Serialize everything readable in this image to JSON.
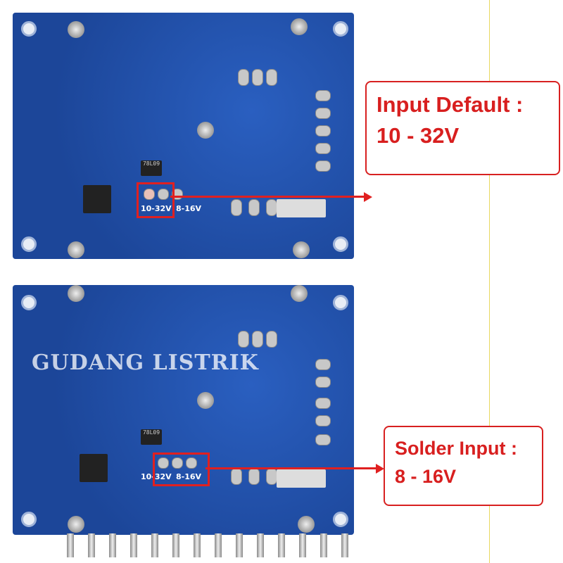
{
  "board_top": {
    "regulator_label": "78L09",
    "silk_left": "10-32V",
    "silk_right": "8-16V"
  },
  "board_bottom": {
    "regulator_label": "78L09",
    "silk_left": "10-32V",
    "silk_right": "8-16V"
  },
  "watermark": "GUDANG LISTRIK",
  "callout_top": {
    "line1": "Input Default :",
    "line2": "10 - 32V"
  },
  "callout_bottom": {
    "line1": "Solder Input :",
    "line2": "8 - 16V"
  },
  "colors": {
    "accent": "#d81f1f",
    "pcb": "#1f4fa8"
  }
}
